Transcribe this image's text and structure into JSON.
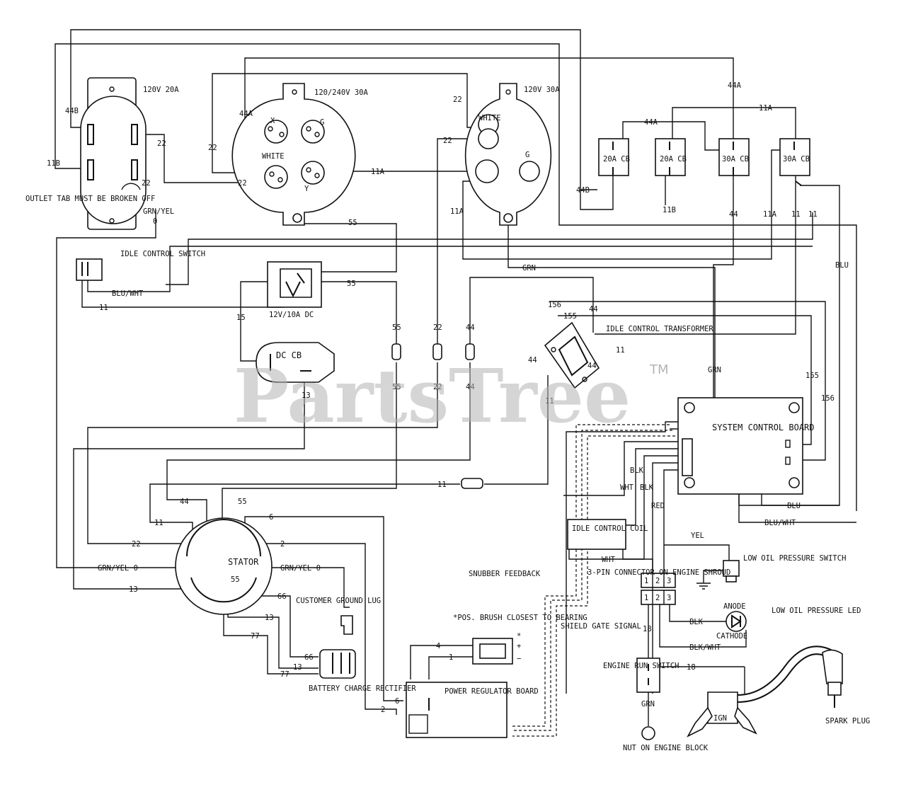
{
  "watermark": "PartsTree",
  "trademark": "TM",
  "components": {
    "outlet_120v_20a_rating": "120V 20A",
    "outlet_tab_note": "OUTLET TAB MUST BE BROKEN OFF",
    "outlet_120_240v_rating": "120/240V 30A",
    "outlet_120v_30a_rating": "120V 30A",
    "white_mark": "WHITE",
    "x_mark": "X",
    "y_mark": "Y",
    "g_mark": "G",
    "cb_20a": "20A CB",
    "cb_30a": "30A CB",
    "idle_control_switch": "IDLE CONTROL SWITCH",
    "dc_outlet": "12V/10A DC",
    "dc_cb": "DC CB",
    "idle_control_transformer": "IDLE CONTROL TRANSFORMER",
    "system_control_board": "SYSTEM CONTROL BOARD",
    "stator": "STATOR",
    "customer_ground_lug": "CUSTOMER GROUND LUG",
    "battery_charge_rectifier": "BATTERY CHARGE RECTIFIER",
    "brush_note": "*POS. BRUSH CLOSEST TO BEARING",
    "power_regulator_board": "POWER REGULATOR BOARD",
    "idle_control_coil": "IDLE CONTROL COIL",
    "snubber_feedback": "SNUBBER FEEDBACK",
    "shield_gate_signal": "SHIELD GATE SIGNAL",
    "three_pin_connector": "3-PIN CONNECTOR ON ENGINE SHROUD",
    "low_oil_pressure_switch": "LOW OIL PRESSURE SWITCH",
    "anode": "ANODE",
    "cathode": "CATHODE",
    "low_oil_pressure_led": "LOW OIL PRESSURE LED",
    "engine_run_switch": "ENGINE RUN SWITCH",
    "nut_on_engine_block": "NUT ON ENGINE BLOCK",
    "spark_plug": "SPARK PLUG",
    "ign": "IGN"
  },
  "wires": {
    "w44B": "44B",
    "w11B": "11B",
    "w22": "22",
    "w44A": "44A",
    "w11A": "11A",
    "w55": "55",
    "w44": "44",
    "w11": "11",
    "w15": "15",
    "w13": "13",
    "w156": "156",
    "w155": "155",
    "w6": "6",
    "w2": "2",
    "w66": "66",
    "w77": "77",
    "w4": "4",
    "w1": "1",
    "w18": "18",
    "grn_yel_0": "GRN/YEL 0",
    "grn_yel": "GRN/YEL",
    "zero": "0",
    "grn": "GRN",
    "blu": "BLU",
    "blu_wht": "BLU/WHT",
    "blk": "BLK",
    "wht": "WHT",
    "red": "RED",
    "yel": "YEL",
    "blk_wht": "BLK/WHT",
    "pin1": "1",
    "pin2": "2",
    "pin3": "3",
    "plus": "+",
    "minus": "−",
    "star": "*"
  }
}
